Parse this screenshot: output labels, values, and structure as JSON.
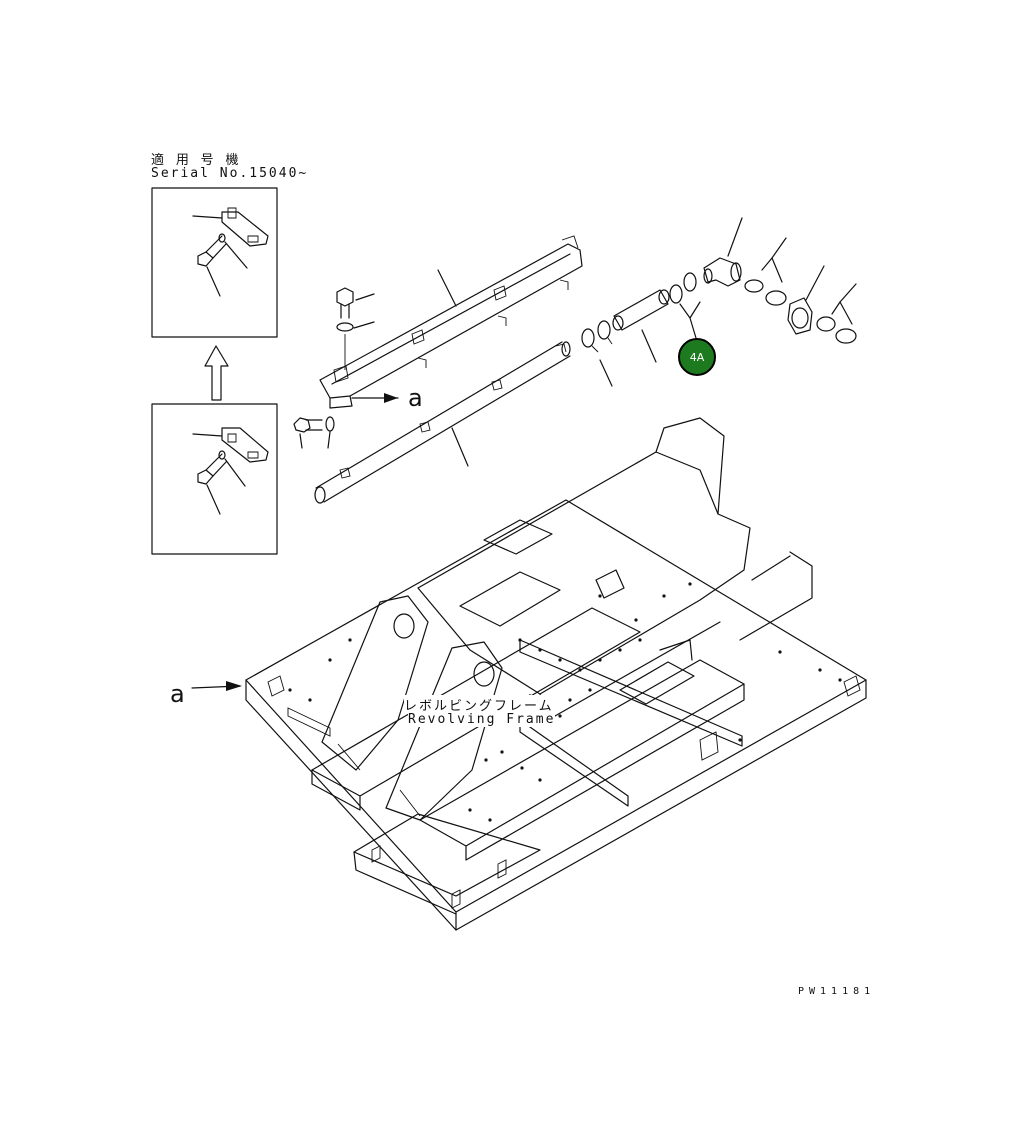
{
  "applicability": {
    "line1": "適 用 号 機",
    "line2": "Serial No.15040~"
  },
  "callout": {
    "label": "4A",
    "color": "#1e7a1e"
  },
  "view_arrow_label": "a",
  "frame_label": {
    "jp": "レボルビングフレーム",
    "en": "Revolving Frame"
  },
  "drawing_code": "PW11181",
  "colors": {
    "line": "#111111",
    "background": "#ffffff",
    "callout": "#1e7a1e"
  }
}
